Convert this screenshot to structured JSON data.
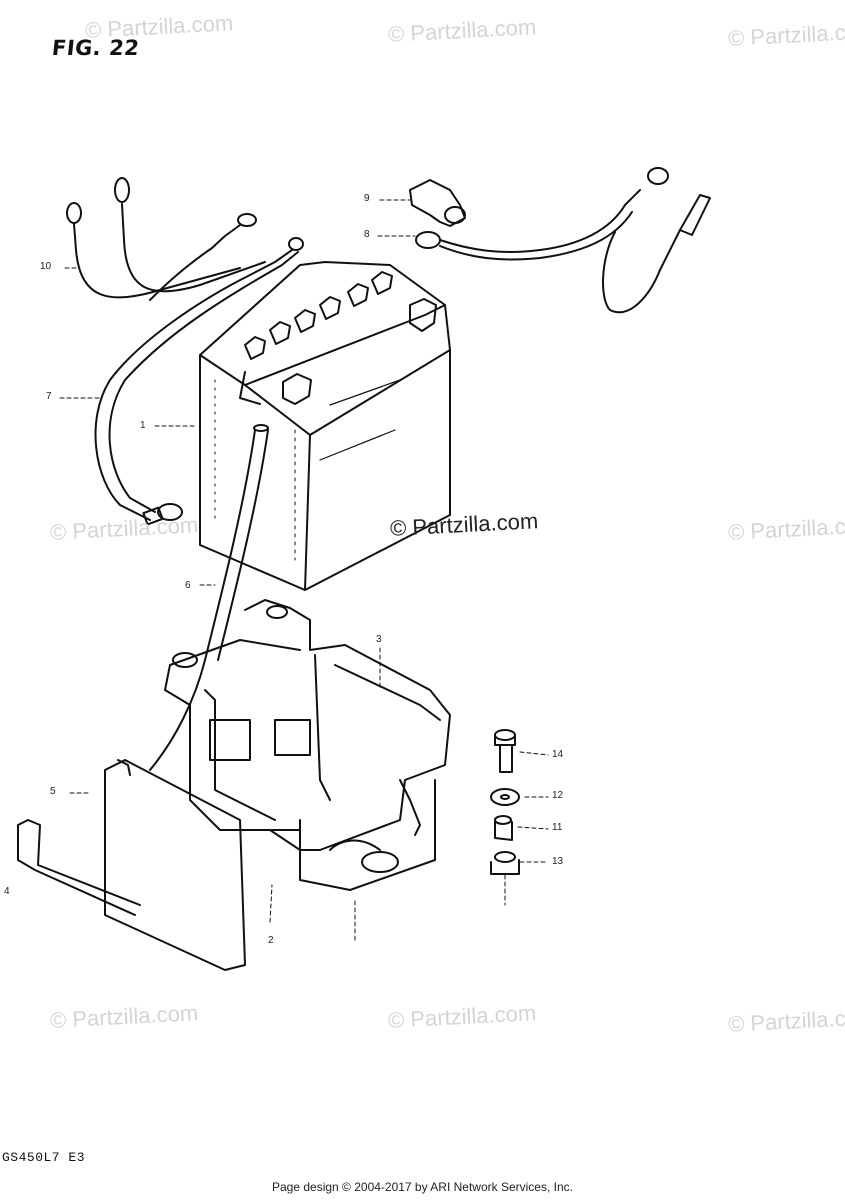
{
  "figure": {
    "title": "FIG. 22"
  },
  "watermarks": [
    "© Partzilla.com",
    "© Partzilla.com",
    "© Partzilla.com",
    "© Partzilla.com",
    "© Partzilla.com",
    "© Partzilla.com",
    "© Partzilla.com",
    "© Partzilla.com"
  ],
  "center_watermark": "© Partzilla.com",
  "callouts": [
    "1",
    "2",
    "3",
    "4",
    "5",
    "6",
    "7",
    "8",
    "9",
    "10",
    "14",
    "12",
    "11",
    "13"
  ],
  "model_code": "GS450L7 E3",
  "footer": "Page design © 2004-2017 by ARI Network Services, Inc."
}
